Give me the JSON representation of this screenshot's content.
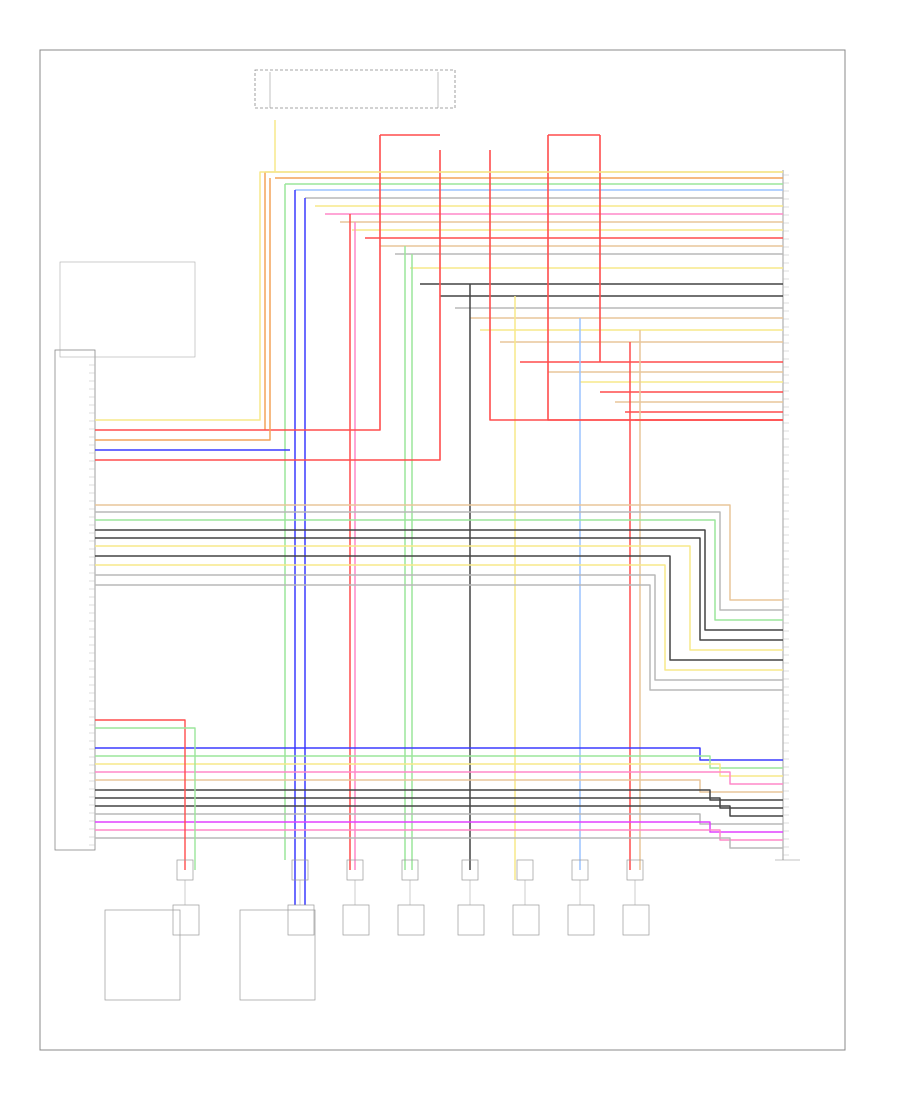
{
  "diagram": {
    "page_marker": "",
    "components": [
      {
        "id": "left_module",
        "name": "",
        "label": ""
      },
      {
        "id": "right_module",
        "name": "",
        "label": ""
      },
      {
        "id": "top_box",
        "name": "",
        "label": ""
      },
      {
        "id": "speakers",
        "count": 8
      }
    ],
    "wire_colors": {
      "yellow": "#f7e98a",
      "orange": "#f4a35a",
      "green": "#9be59b",
      "blue": "#3b3bff",
      "red": "#ff4d4d",
      "pink": "#ff88c8",
      "magenta": "#e040ff",
      "dark": "#444444",
      "tan": "#e8c59a",
      "gray": "#b8b8b8",
      "light_blue": "#9cc4ff"
    }
  }
}
